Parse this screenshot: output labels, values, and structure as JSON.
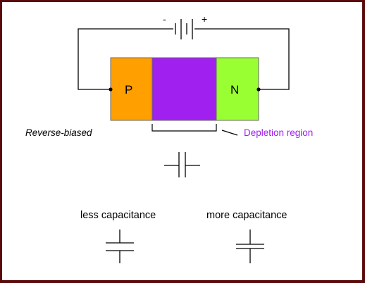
{
  "battery": {
    "negative_sign": "-",
    "positive_sign": "+"
  },
  "junction": {
    "p_label": "P",
    "n_label": "N"
  },
  "labels": {
    "bias": "Reverse-biased",
    "depletion_region": "Depletion region"
  },
  "capacitors": {
    "less_label": "less capacitance",
    "more_label": "more capacitance"
  },
  "colors": {
    "frame": "#5a0a0a",
    "p_region": "#ff9f00",
    "depletion_region": "#a020f0",
    "n_region": "#99ff33",
    "depletion_label": "#a020f0",
    "wire": "#000000"
  }
}
